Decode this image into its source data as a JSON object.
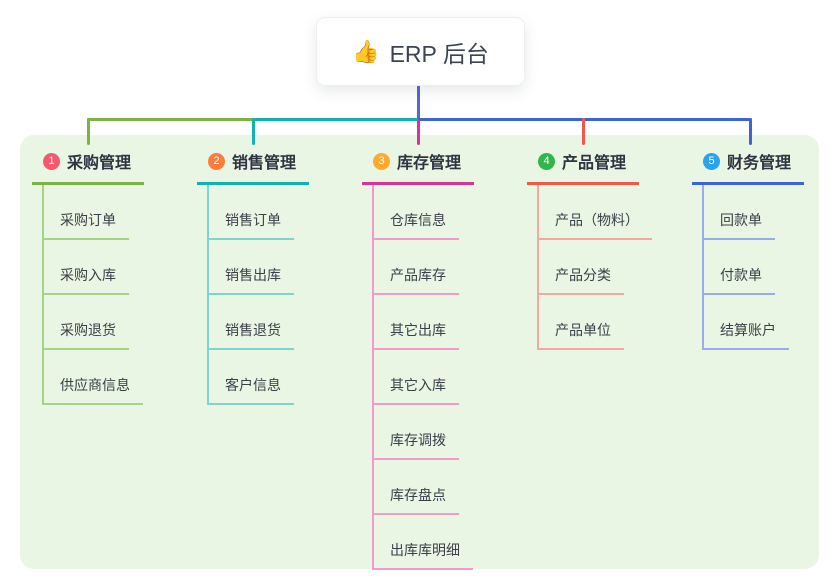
{
  "root": {
    "icon": "👍",
    "title": "ERP 后台"
  },
  "connector": {
    "root_color": "#5766d2"
  },
  "branches": [
    {
      "num": "1",
      "title": "采购管理",
      "colors": {
        "badge": "#f5576c",
        "main": "#7cb342",
        "light": "#a6d487"
      },
      "children": [
        "采购订单",
        "采购入库",
        "采购退货",
        "供应商信息"
      ]
    },
    {
      "num": "2",
      "title": "销售管理",
      "colors": {
        "badge": "#fa7d3c",
        "main": "#10b3b3",
        "light": "#7fd4cb"
      },
      "children": [
        "销售订单",
        "销售出库",
        "销售退货",
        "客户信息"
      ]
    },
    {
      "num": "3",
      "title": "库存管理",
      "colors": {
        "badge": "#ffaa2f",
        "main": "#d63598",
        "light": "#f29aca"
      },
      "children": [
        "仓库信息",
        "产品库存",
        "其它出库",
        "其它入库",
        "库存调拨",
        "库存盘点",
        "出库库明细"
      ]
    },
    {
      "num": "4",
      "title": "产品管理",
      "colors": {
        "badge": "#33b54e",
        "main": "#f4564a",
        "light": "#f8a7a0"
      },
      "children": [
        "产品（物料）",
        "产品分类",
        "产品单位"
      ]
    },
    {
      "num": "5",
      "title": "财务管理",
      "colors": {
        "badge": "#2aa3ee",
        "main": "#3e63d8",
        "light": "#9aade6"
      },
      "children": [
        "回款单",
        "付款单",
        "结算账户"
      ]
    }
  ]
}
